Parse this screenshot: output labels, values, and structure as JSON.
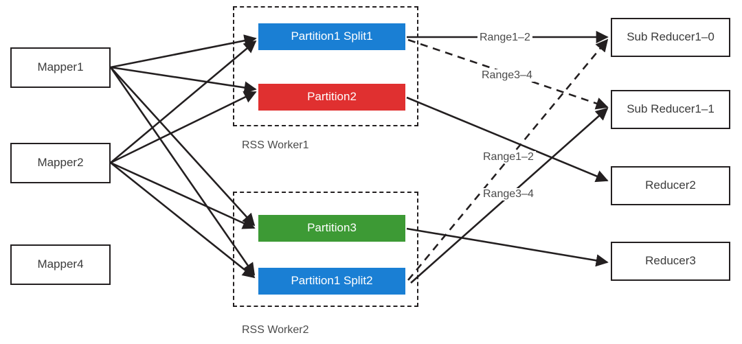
{
  "diagram": {
    "title": "RSS Worker partition split shuffle diagram",
    "colors": {
      "blue": "#1a7fd4",
      "red": "#e03030",
      "green": "#3d9a35",
      "outline": "#231f20",
      "text": "#3b3b3b",
      "background": "#ffffff"
    }
  },
  "mappers": [
    {
      "id": "mapper1",
      "label": "Mapper1"
    },
    {
      "id": "mapper2",
      "label": "Mapper2"
    },
    {
      "id": "mapper4",
      "label": "Mapper4"
    }
  ],
  "workers": [
    {
      "id": "worker1",
      "caption": "RSS Worker1",
      "partitions": [
        {
          "id": "partition1-split1",
          "label": "Partition1 Split1",
          "color": "blue"
        },
        {
          "id": "partition2",
          "label": "Partition2",
          "color": "red"
        }
      ]
    },
    {
      "id": "worker2",
      "caption": "RSS Worker2",
      "partitions": [
        {
          "id": "partition3",
          "label": "Partition3",
          "color": "green"
        },
        {
          "id": "partition1-split2",
          "label": "Partition1 Split2",
          "color": "blue"
        }
      ]
    }
  ],
  "reducers": [
    {
      "id": "sub-reducer1-0",
      "label": "Sub Reducer1–0"
    },
    {
      "id": "sub-reducer1-1",
      "label": "Sub Reducer1–1"
    },
    {
      "id": "reducer2",
      "label": "Reducer2"
    },
    {
      "id": "reducer3",
      "label": "Reducer3"
    }
  ],
  "edge_labels": [
    {
      "id": "range1-2-top",
      "text": "Range1–2"
    },
    {
      "id": "range3-4-top",
      "text": "Range3–4"
    },
    {
      "id": "range1-2-bottom",
      "text": "Range1–2"
    },
    {
      "id": "range3-4-bottom",
      "text": "Range3–4"
    }
  ],
  "edges": [
    {
      "from": "mapper1",
      "to": "partition1-split1",
      "style": "solid"
    },
    {
      "from": "mapper1",
      "to": "partition2",
      "style": "solid"
    },
    {
      "from": "mapper1",
      "to": "partition3",
      "style": "solid"
    },
    {
      "from": "mapper1",
      "to": "partition1-split2",
      "style": "solid"
    },
    {
      "from": "mapper2",
      "to": "partition1-split1",
      "style": "solid"
    },
    {
      "from": "mapper2",
      "to": "partition2",
      "style": "solid"
    },
    {
      "from": "mapper2",
      "to": "partition3",
      "style": "solid"
    },
    {
      "from": "mapper2",
      "to": "partition1-split2",
      "style": "solid"
    },
    {
      "from": "partition1-split1",
      "to": "sub-reducer1-0",
      "style": "solid",
      "label": "Range1–2"
    },
    {
      "from": "partition1-split1",
      "to": "sub-reducer1-1",
      "style": "dashed",
      "label": "Range3–4"
    },
    {
      "from": "partition1-split2",
      "to": "sub-reducer1-0",
      "style": "dashed",
      "label": "Range3–4"
    },
    {
      "from": "partition1-split2",
      "to": "sub-reducer1-1",
      "style": "solid",
      "label": "Range1–2"
    },
    {
      "from": "partition2",
      "to": "reducer2",
      "style": "solid"
    },
    {
      "from": "partition3",
      "to": "reducer3",
      "style": "solid"
    }
  ]
}
